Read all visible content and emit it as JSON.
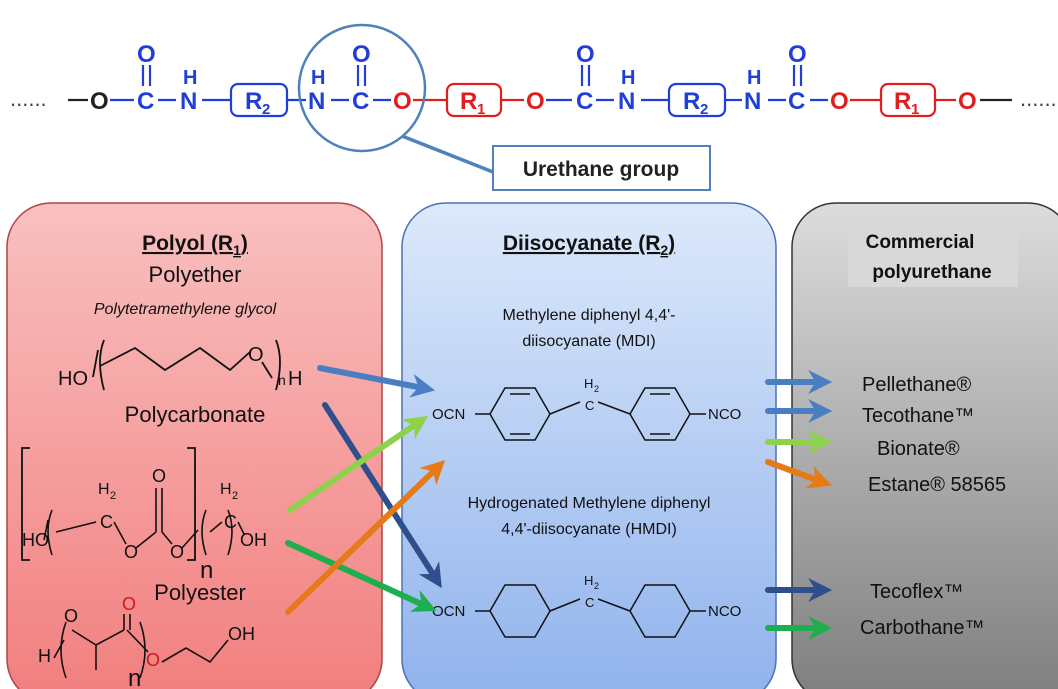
{
  "chain": {
    "dots_left": "......",
    "dots_right": "......",
    "atoms": [
      "O",
      "C",
      "N",
      "N",
      "C",
      "O",
      "O",
      "C",
      "N",
      "N",
      "C",
      "O",
      "O"
    ],
    "carbonyl_O": "O",
    "H": "H",
    "R2": "R",
    "R2_sub": "2",
    "R1": "R",
    "R1_sub": "1"
  },
  "callout": {
    "label": "Urethane group"
  },
  "polyol": {
    "title": "Polyol (R",
    "title_sub": "1",
    "title_end": ")",
    "polyether": "Polyether",
    "polyether_name": "Polytetramethylene glycol",
    "polycarbonate": "Polycarbonate",
    "polyester": "Polyester",
    "ptmg": {
      "HO": "HO",
      "O": "O",
      "n": "n",
      "H": "H"
    },
    "pc": {
      "H2a": "H",
      "H2a_sub": "2",
      "H2b": "H",
      "H2b_sub": "2",
      "HO": "HO",
      "C": "C",
      "O1": "O",
      "O2": "O",
      "O3": "O",
      "n": "n",
      "OH": "OH"
    },
    "pe": {
      "H": "H",
      "O1": "O",
      "O2": "O",
      "O3": "O",
      "OH": "OH",
      "n": "n"
    }
  },
  "diisocyanate": {
    "title": "Diisocyanate (R",
    "title_sub": "2",
    "title_end": ")",
    "mdi_line1": "Methylene diphenyl 4,4'-",
    "mdi_line2": "diisocyanate (MDI)",
    "hmdi_line1": "Hydrogenated Methylene diphenyl",
    "hmdi_line2": "4,4'-diisocyanate (HMDI)",
    "ocn": "OCN",
    "nco": "NCO",
    "H2": "H",
    "H2_sub": "2",
    "C": "C"
  },
  "commercial": {
    "title_line1": "Commercial",
    "title_line2": "polyurethane",
    "products": [
      "Pellethane®",
      "Tecothane™",
      "Bionate®",
      "Estane® 58565",
      "Tecoflex™",
      "Carbothane™"
    ]
  },
  "colors": {
    "chain_blue": "#1f3fd6",
    "chain_red": "#e21d1d",
    "ring_blue": "#4f81bd",
    "arrow_blue": "#4a7ec2",
    "arrow_dark_blue": "#2f4f8c",
    "arrow_light_green": "#8ed14a",
    "arrow_green": "#1fae4e",
    "arrow_orange": "#e57a18"
  }
}
